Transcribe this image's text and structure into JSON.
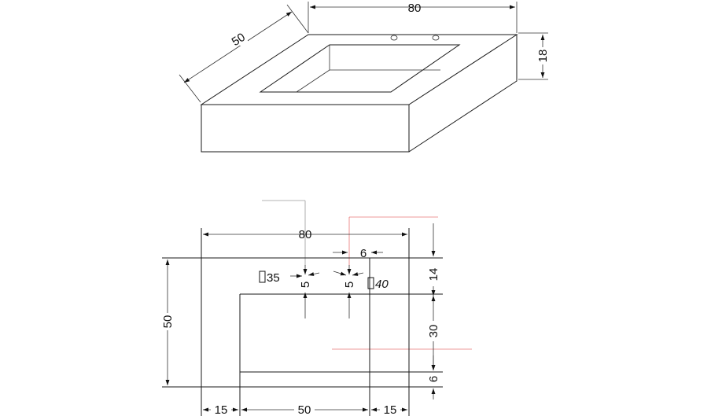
{
  "iso_view": {
    "width_label": "80",
    "depth_label": "50",
    "height_label": "18"
  },
  "plan_view": {
    "overall_width_label": "80",
    "overall_depth_label": "50",
    "hole_spacing_label": "6",
    "hole_left_diameter_label": "35",
    "hole_right_diameter_label": "40",
    "hole_left_offset_label": "5",
    "hole_right_offset_label": "5",
    "back_margin_label": "14",
    "basin_depth_label": "30",
    "front_margin_label": "6",
    "left_margin_label": "15",
    "basin_width_label": "50",
    "right_margin_label": "15"
  }
}
